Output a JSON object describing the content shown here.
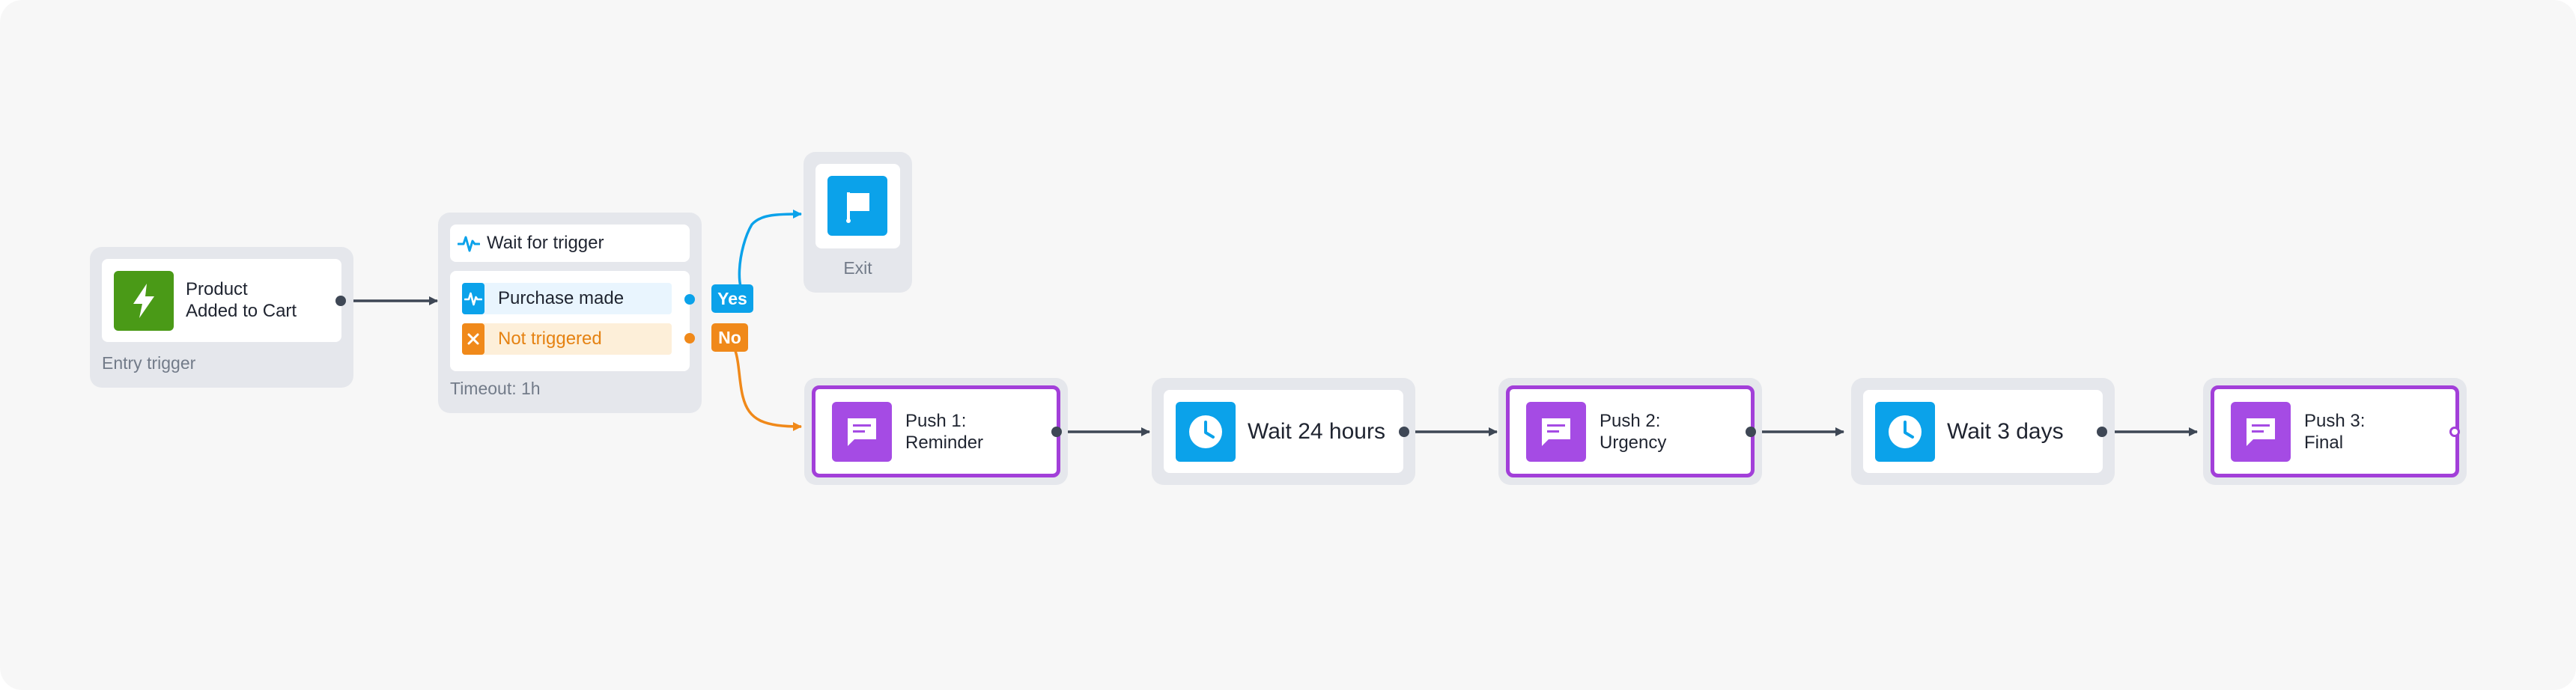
{
  "colors": {
    "canvas": "#f7f7f7",
    "node_frame": "#e5e7ec",
    "connector": "#3e4755",
    "trigger_green": "#4a9a17",
    "accent_blue": "#0ba2ea",
    "push_purple": "#a23fd9",
    "orange": "#f0891a"
  },
  "entry": {
    "title_line1": "Product",
    "title_line2": "Added to Cart",
    "caption": "Entry trigger",
    "icon": "lightning-icon"
  },
  "wait_trigger": {
    "header": "Wait for trigger",
    "header_icon": "pulse-icon",
    "option_yes": "Purchase made",
    "option_yes_icon": "pulse-icon",
    "option_no": "Not triggered",
    "option_no_icon": "close-icon",
    "timeout": "Timeout: 1h",
    "badge_yes": "Yes",
    "badge_no": "No"
  },
  "exit": {
    "caption": "Exit",
    "icon": "flag-icon"
  },
  "steps": [
    {
      "kind": "push",
      "line1": "Push 1:",
      "line2": "Reminder",
      "icon": "message-icon"
    },
    {
      "kind": "wait",
      "label": "Wait 24 hours",
      "icon": "clock-icon"
    },
    {
      "kind": "push",
      "line1": "Push 2:",
      "line2": "Urgency",
      "icon": "message-icon"
    },
    {
      "kind": "wait",
      "label": "Wait 3 days",
      "icon": "clock-icon"
    },
    {
      "kind": "push",
      "line1": "Push 3:",
      "line2": "Final",
      "icon": "message-icon"
    }
  ]
}
